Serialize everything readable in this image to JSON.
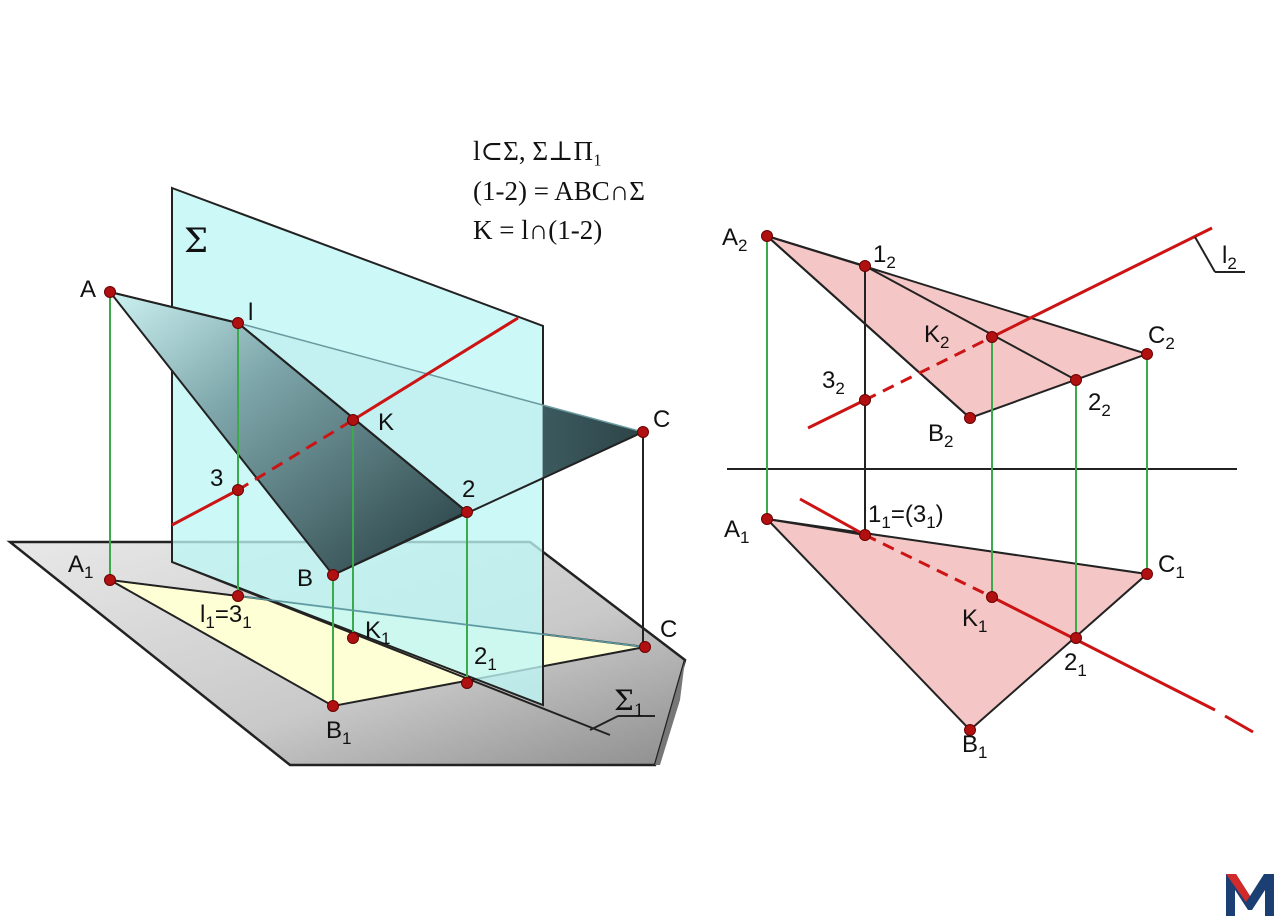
{
  "formulas": {
    "line1": "l⊂Σ,  Σ⊥Π₁",
    "line2": "(1-2) = ABC∩Σ",
    "line3": "K = l∩(1-2)"
  },
  "left_view": {
    "sigma_label": "Σ",
    "sigma1_label": "Σ",
    "sigma1_sub": "1",
    "A": "A",
    "l": "l",
    "K": "K",
    "C": "C",
    "p3": "3",
    "p2": "2",
    "B": "B",
    "A1": "A",
    "A1_sub": "1",
    "l1_eq": "l",
    "l1_sub": "1",
    "eq_3": "=3",
    "eq_3_sub": "1",
    "K1": "K",
    "K1_sub": "1",
    "C1": "C",
    "p21": "2",
    "p21_sub": "1",
    "B1": "B",
    "B1_sub": "1"
  },
  "right_view": {
    "A2": "A",
    "A2_sub": "2",
    "p12": "1",
    "p12_sub": "2",
    "l2": "l",
    "l2_sub": "2",
    "K2": "K",
    "K2_sub": "2",
    "C2": "C",
    "C2_sub": "2",
    "p32": "3",
    "p32_sub": "2",
    "p22": "2",
    "p22_sub": "2",
    "B2": "B",
    "B2_sub": "2",
    "A1": "A",
    "A1_sub": "1",
    "p11": "1",
    "p11_sub": "1",
    "p11_eq": "=(3",
    "p11_eq_sub": "1",
    "p11_close": ")",
    "C1": "C",
    "C1_sub": "1",
    "K1": "K",
    "K1_sub": "1",
    "p21": "2",
    "p21_sub": "1",
    "B1": "B",
    "B1_sub": "1"
  },
  "logo": {
    "icon": "m-logo-icon"
  },
  "colors": {
    "plane_sigma": "#bff6f6",
    "horizontal_plane": "#c8c8c8",
    "triangle_dark": "#2e4a4e",
    "triangle_light": "#bfeeee",
    "projection_fill": "#ffffd6",
    "pink_fill": "#f4c6c6",
    "red_line": "#cc1414",
    "green_line": "#3aaa4a"
  }
}
